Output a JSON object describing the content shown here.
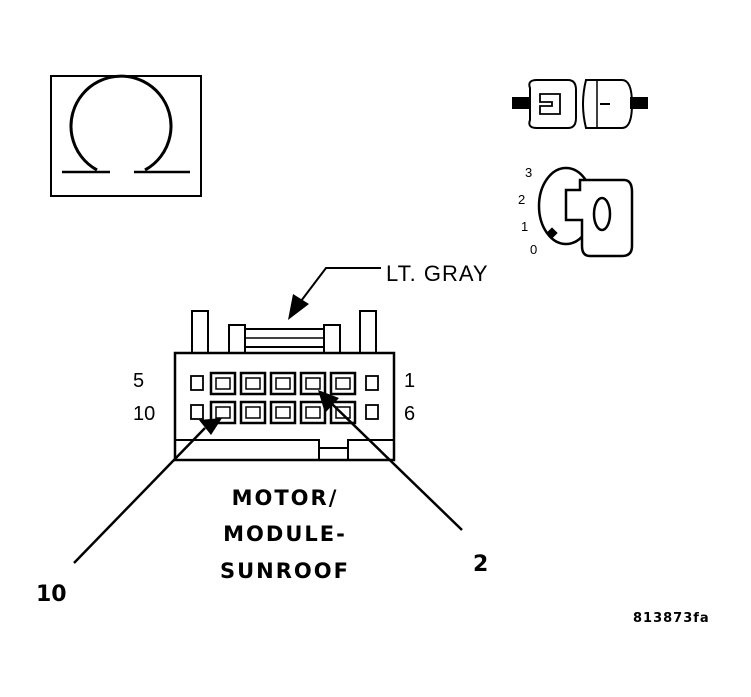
{
  "connector_color_label": "LT. GRAY",
  "pin_labels": {
    "top_left": "5",
    "bottom_left": "10",
    "top_right": "1",
    "bottom_right": "6"
  },
  "callouts": {
    "left": "10",
    "right": "2"
  },
  "component_name": {
    "line1": "MOTOR/",
    "line2": "MODULE-",
    "line3": "SUNROOF"
  },
  "figure_id": "813873fa",
  "ignition_positions": [
    "3",
    "2",
    "1",
    "0"
  ],
  "symbols": {
    "meter": "ohmmeter-omega-icon",
    "connector": "disconnected-connector-icon",
    "ignition": "ignition-key-off-icon"
  },
  "colors": {
    "ink": "#000000",
    "paper": "#ffffff"
  }
}
